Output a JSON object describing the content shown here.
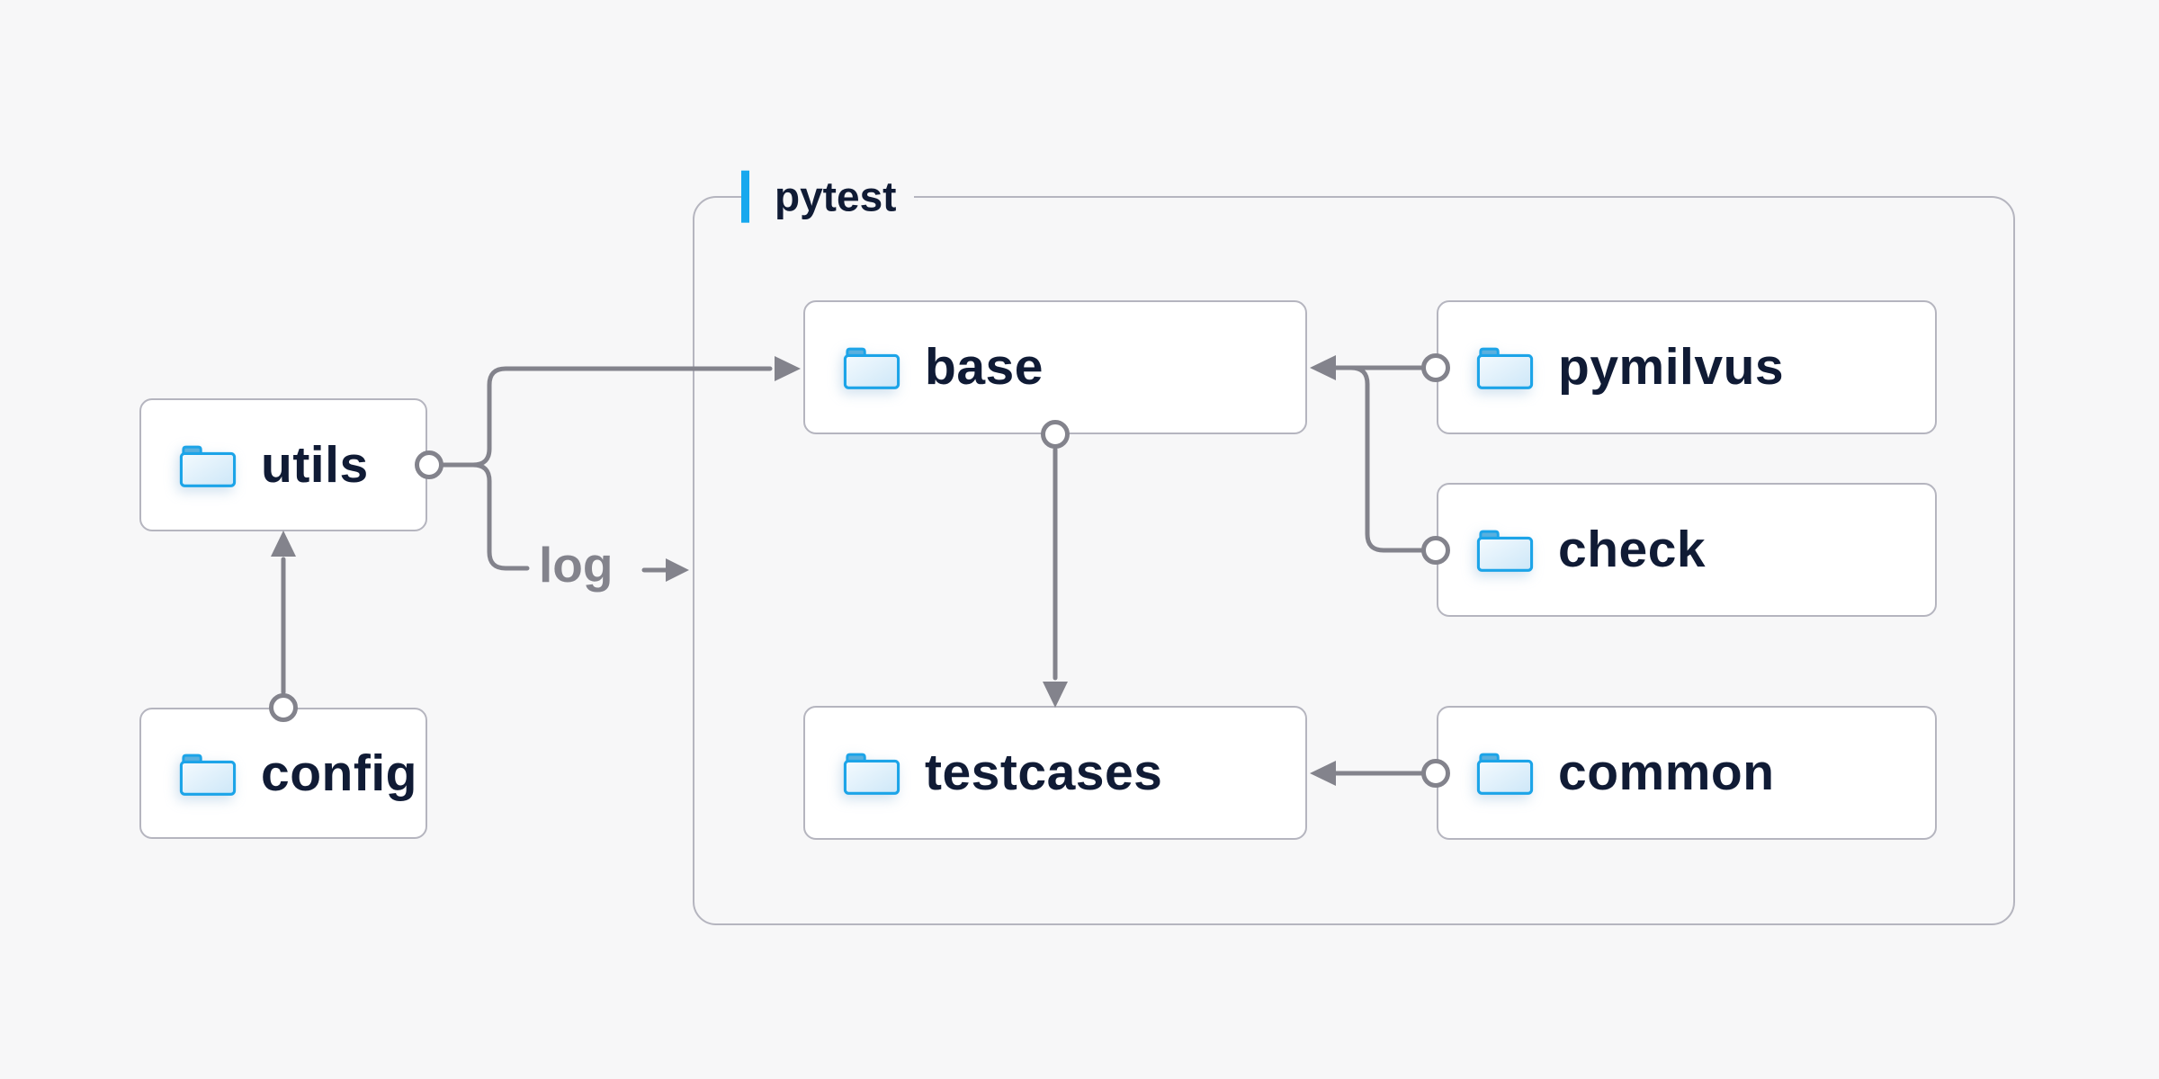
{
  "diagram": {
    "group": {
      "label": "pytest"
    },
    "nodes": {
      "utils": {
        "label": "utils",
        "icon": "folder-icon"
      },
      "config": {
        "label": "config",
        "icon": "folder-icon"
      },
      "base": {
        "label": "base",
        "icon": "folder-icon"
      },
      "pymilvus": {
        "label": "pymilvus",
        "icon": "folder-icon"
      },
      "check": {
        "label": "check",
        "icon": "folder-icon"
      },
      "testcases": {
        "label": "testcases",
        "icon": "folder-icon"
      },
      "common": {
        "label": "common",
        "icon": "folder-icon"
      }
    },
    "edges": [
      {
        "from": "config",
        "to": "utils"
      },
      {
        "from": "utils",
        "to": "base"
      },
      {
        "from": "utils",
        "to": "pytest",
        "label": "log"
      },
      {
        "from": "pymilvus",
        "to": "base"
      },
      {
        "from": "check",
        "to": "base"
      },
      {
        "from": "base",
        "to": "testcases"
      },
      {
        "from": "common",
        "to": "testcases"
      }
    ],
    "colors": {
      "bg": "#f7f7f8",
      "panel": "#ffffff",
      "border": "#b5b5bf",
      "line": "#83838c",
      "text": "#101b35",
      "accent": "#17a8ee",
      "folder-stroke": "#1ca4e8",
      "folder-tab": "#5ab0de"
    }
  }
}
